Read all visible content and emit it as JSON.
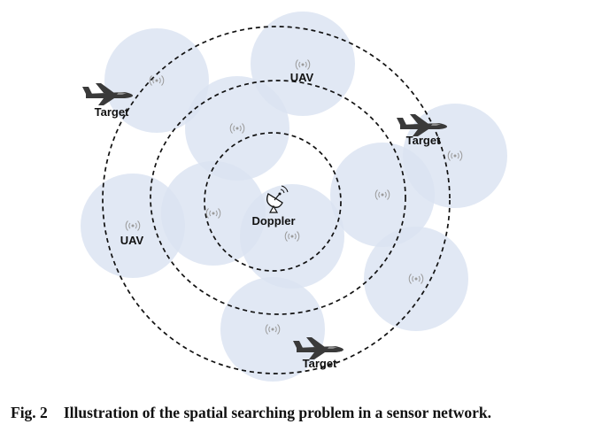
{
  "labels": {
    "uav_top": "UAV",
    "uav_left": "UAV",
    "doppler": "Doppler",
    "target_top_left": "Target",
    "target_right": "Target",
    "target_bottom": "Target"
  },
  "caption": {
    "figure_number": "Fig. 2",
    "text": "Illustration of the spatial searching problem in a sensor network."
  },
  "icons": {
    "sensor": "wireless-signal-icon",
    "station": "satellite-dish-icon",
    "target": "jet-aircraft-icon"
  },
  "colors": {
    "sensor_fill": "#dbe3f1",
    "ring_stroke": "#111111"
  }
}
